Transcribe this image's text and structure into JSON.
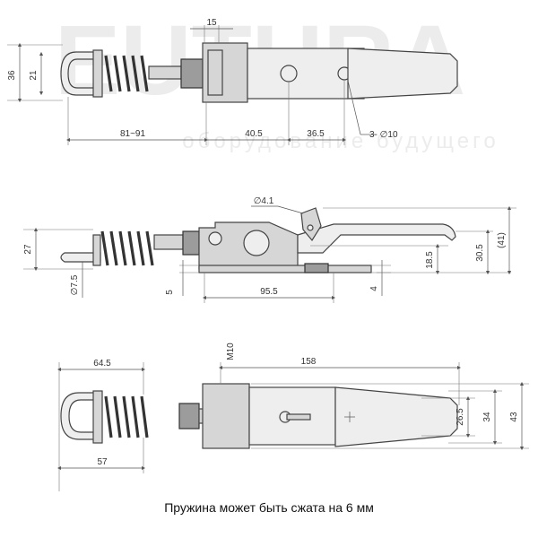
{
  "watermark": {
    "brand": "EUTURA",
    "tagline": "оборудование будущего"
  },
  "top_view": {
    "dim_height_outer": "36",
    "dim_height_inner": "21",
    "dim_top": "15",
    "dim_range": "81~91",
    "dim_mid": "40.5",
    "dim_right": "36.5",
    "dim_holes": "3- ∅10"
  },
  "side_view": {
    "dim_height": "27",
    "dim_hole": "∅4.1",
    "dim_rod": "∅7.5",
    "dim_base": "5",
    "dim_length": "95.5",
    "dim_plate": "4",
    "dim_h1": "18.5",
    "dim_h2": "30.5",
    "dim_h3": "(41)"
  },
  "bottom_view": {
    "dim_loop": "64.5",
    "dim_thread": "M10",
    "dim_total": "158",
    "dim_w1": "26.5",
    "dim_w2": "34",
    "dim_w3": "43",
    "dim_shaft": "57"
  },
  "caption": "Пружина может быть сжата на 6 мм"
}
